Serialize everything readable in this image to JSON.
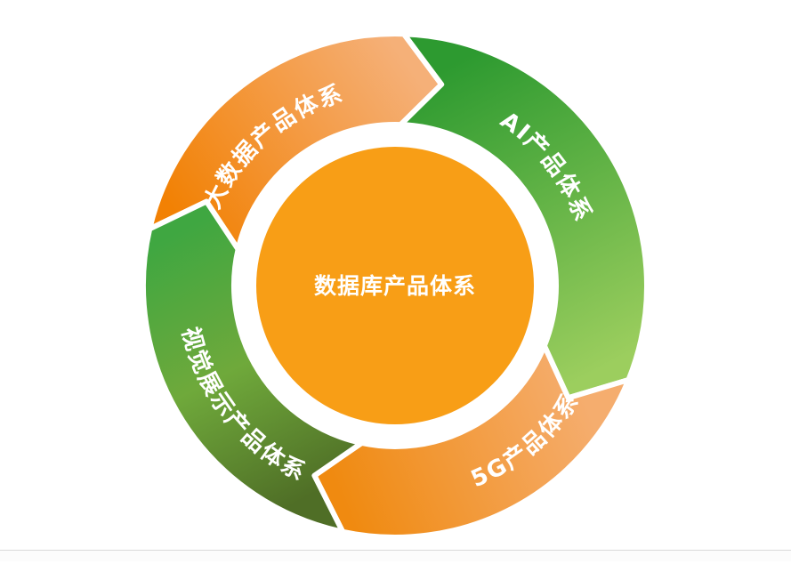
{
  "page": {
    "background": "#ffffff",
    "footer_divider_color": "#d9d9d9"
  },
  "diagram": {
    "type": "cycle-ring",
    "flow": "clockwise",
    "center": {
      "label": "数据库产品体系",
      "fill": "#F89E16",
      "text_color": "#ffffff"
    },
    "segments": [
      {
        "id": "big-data",
        "label": "大数据产品体系",
        "position": "top-left",
        "gradient": {
          "from": "#F28104",
          "to": "#F5B078"
        }
      },
      {
        "id": "ai",
        "label": "AI产品体系",
        "position": "right",
        "gradient": {
          "from": "#2D9A30",
          "to": "#9CCE5E"
        }
      },
      {
        "id": "5g",
        "label": "5G产品体系",
        "position": "bottom-right",
        "gradient": {
          "from": "#F5AD6E",
          "to": "#F08A10"
        }
      },
      {
        "id": "visual-display",
        "label": "视觉展示产品体系",
        "position": "bottom-left",
        "gradient": {
          "from": "#4F6E26",
          "mid": "#6FA93B",
          "to": "#3FA741"
        }
      }
    ]
  }
}
